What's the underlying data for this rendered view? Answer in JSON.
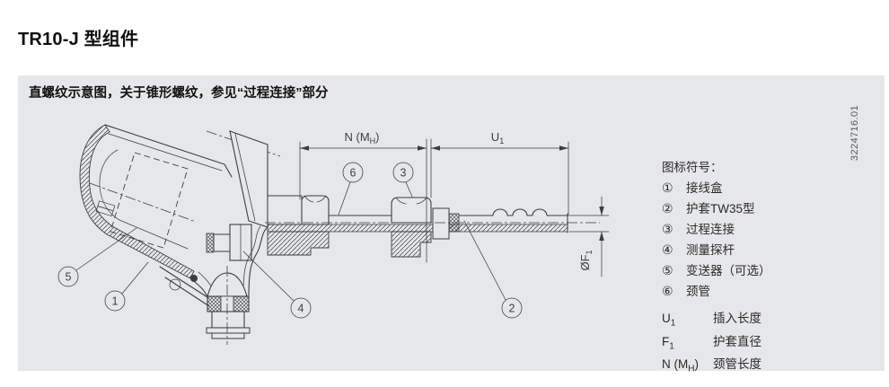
{
  "page": {
    "title": "TR10-J 型组件",
    "drawing_number": "3224716.01"
  },
  "panel": {
    "header": "直螺纹示意图，关于锥形螺纹，参见“过程连接”部分"
  },
  "legend": {
    "title": "图标符号：",
    "items": [
      {
        "num": "①",
        "label": "接线盒"
      },
      {
        "num": "②",
        "label": "护套TW35型"
      },
      {
        "num": "③",
        "label": "过程连接"
      },
      {
        "num": "④",
        "label": "测量探杆"
      },
      {
        "num": "⑤",
        "label": "变送器（可选）"
      },
      {
        "num": "⑥",
        "label": "颈管"
      }
    ]
  },
  "dimensions": {
    "rows": [
      {
        "sym_main": "U",
        "sym_sub": "1",
        "sym_close": "",
        "label": "插入长度"
      },
      {
        "sym_main": "F",
        "sym_sub": "1",
        "sym_close": "",
        "label": "护套直径"
      },
      {
        "sym_main": "N (M",
        "sym_sub": "H",
        "sym_close": ")",
        "label": "颈管长度"
      }
    ]
  },
  "diagram": {
    "dim_neck_main": "N (M",
    "dim_neck_sub": "H",
    "dim_neck_close": ")",
    "dim_u_main": "U",
    "dim_u_sub": "1",
    "dim_f_main": "ØF",
    "dim_f_sub": "1",
    "callouts": {
      "c1": "1",
      "c2": "2",
      "c3": "3",
      "c4": "4",
      "c5": "5",
      "c6": "6"
    }
  },
  "colors": {
    "panel_bg": "#e6e7e9",
    "line": "#3b3e41",
    "text": "#1b1b1a"
  }
}
